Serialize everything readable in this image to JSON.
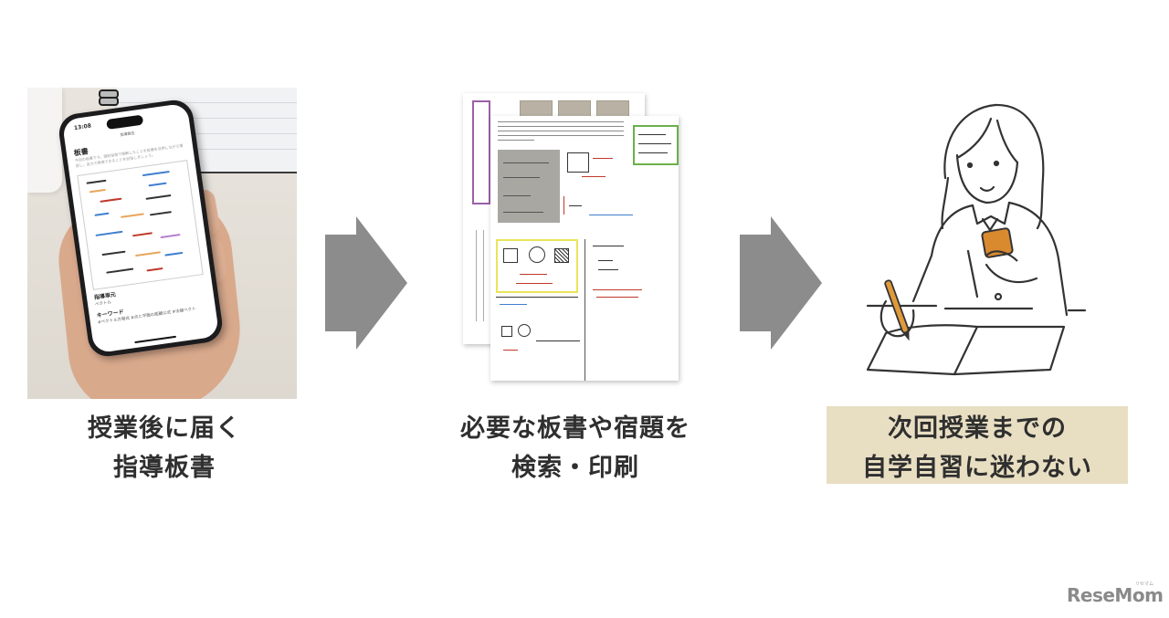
{
  "steps": [
    {
      "caption_line1": "授業後に届く",
      "caption_line2": "指導板書",
      "phone": {
        "time": "13:08",
        "nav_title": "指導報告",
        "section_title": "板書",
        "description": "今回の板書です。個別指導で理解したことを板書を活用しながら復習し、自力で再現できることを目指しましょう。",
        "unit_label": "指導単元",
        "unit_value": "ベクトル",
        "keyword_label": "キーワード",
        "keyword_value": "#ベクトル方程式 #点と平面の距離公式 #法線ベクト"
      }
    },
    {
      "caption_line1": "必要な板書や宿題を",
      "caption_line2": "検索・印刷"
    },
    {
      "caption_line1": "次回授業までの",
      "caption_line2": "自学自習に迷わない",
      "highlight_color": "#E8DEC2"
    }
  ],
  "arrows": [
    {
      "icon": "right-arrow-icon",
      "color": "#8C8C8C"
    },
    {
      "icon": "right-arrow-icon",
      "color": "#8C8C8C"
    }
  ],
  "watermark": {
    "logo": "ReseMom",
    "kana": "リセマム"
  }
}
